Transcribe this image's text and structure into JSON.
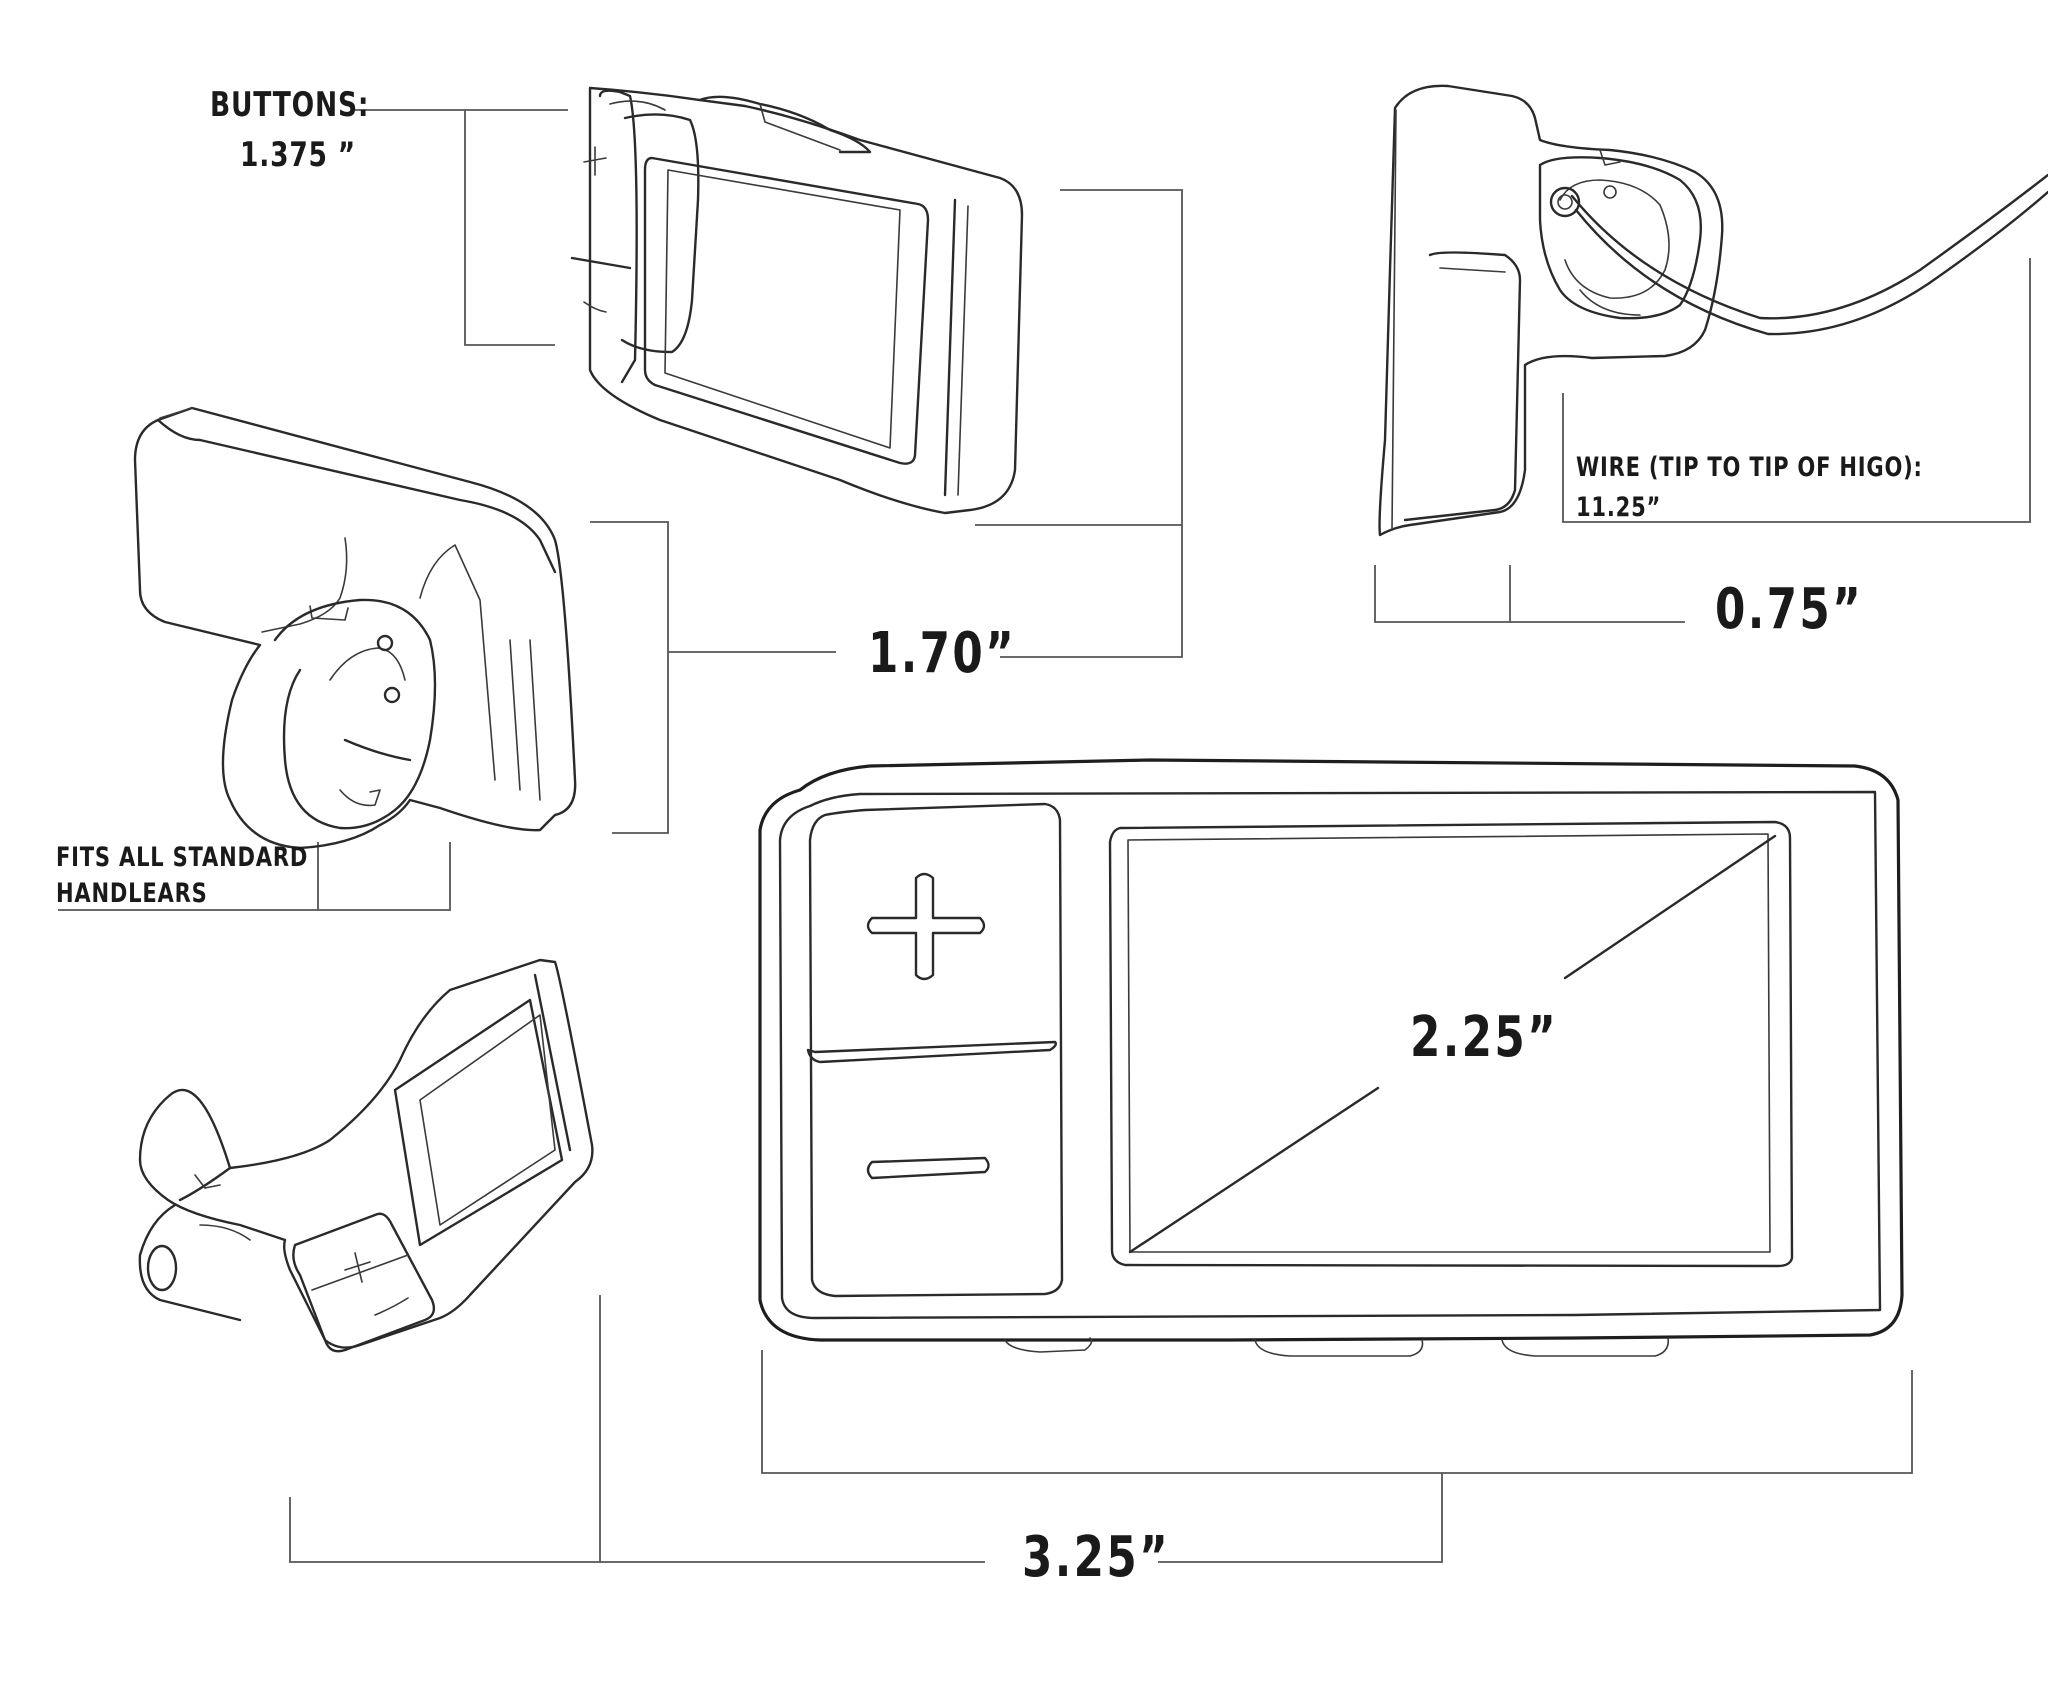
{
  "labels": {
    "buttons_title": "BUTTONS:",
    "buttons_value": "1.375 ”",
    "height": "1.70”",
    "wire_title": "WIRE (TIP TO TIP OF HIGO):",
    "wire_value": "11.25”",
    "depth": "0.75”",
    "fits_line1": "FITS ALL STANDARD",
    "fits_line2": "HANDLEARS",
    "screen_diagonal": "2.25”",
    "width": "3.25”"
  },
  "icons": {
    "plus": "plus-icon",
    "minus": "minus-icon"
  },
  "colors": {
    "line": "#2a2a2a",
    "background": "#ffffff"
  }
}
